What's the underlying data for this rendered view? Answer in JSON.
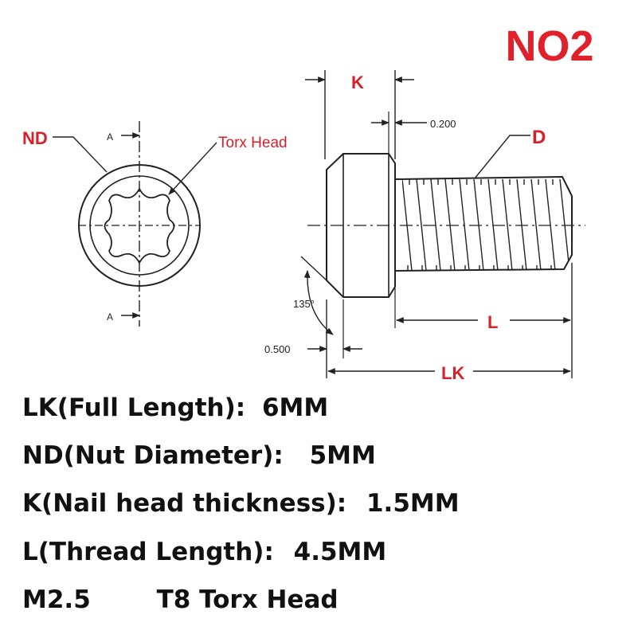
{
  "title": "NO2",
  "colors": {
    "accent": "#e0202a",
    "line": "#222222"
  },
  "drawing": {
    "labels": {
      "nd": "ND",
      "section_top": "A",
      "section_bottom": "A",
      "torx_head": "Torx Head",
      "k": "K",
      "d": "D",
      "l": "L",
      "lk": "LK",
      "dim_0200": "0.200",
      "dim_0500": "0.500",
      "angle": "135°"
    }
  },
  "specs": [
    {
      "label": "LK(Full Length):",
      "value": "6MM"
    },
    {
      "label": "ND(Nut Diameter):",
      "value": "5MM"
    },
    {
      "label": "K(Nail head thickness):",
      "value": "1.5MM"
    },
    {
      "label": "L(Thread Length):",
      "value": "4.5MM"
    },
    {
      "label": "M2.5",
      "value": "T8 Torx Head"
    }
  ]
}
